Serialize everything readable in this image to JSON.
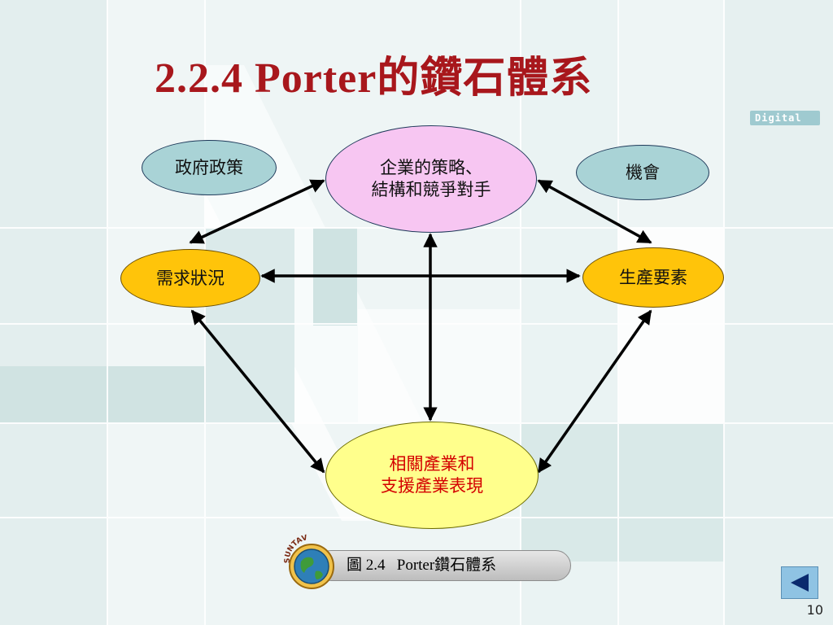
{
  "slide": {
    "title": "2.2.4  Porter的鑽石體系",
    "page_number": "10"
  },
  "diagram": {
    "nodes": [
      {
        "id": "policy",
        "label": "政府政策"
      },
      {
        "id": "chance",
        "label": "機會"
      },
      {
        "id": "firm",
        "label": "企業的策略、\n結構和競爭對手"
      },
      {
        "id": "demand",
        "label": "需求狀況"
      },
      {
        "id": "factor",
        "label": "生產要素"
      },
      {
        "id": "related",
        "label": "相關產業和\n支援產業表現"
      }
    ],
    "edges": [
      {
        "from": "demand",
        "to": "firm",
        "type": "bidirectional"
      },
      {
        "from": "firm",
        "to": "factor",
        "type": "bidirectional"
      },
      {
        "from": "demand",
        "to": "factor",
        "type": "bidirectional"
      },
      {
        "from": "firm",
        "to": "related",
        "type": "bidirectional"
      },
      {
        "from": "demand",
        "to": "related",
        "type": "bidirectional"
      },
      {
        "from": "factor",
        "to": "related",
        "type": "bidirectional"
      }
    ],
    "caption": "圖 2.4   Porter鑽石體系",
    "colors": {
      "title": "#a8171c",
      "side_nodes": "#a9d3d6",
      "firm_node": "#f7c6f2",
      "factor_nodes": "#ffc40a",
      "related_node": "#ffff8c",
      "related_text": "#d40000"
    }
  },
  "decorations": {
    "tag": "Digital",
    "logo_arc_text": "SUNTAV",
    "back_icon": "back-triangle-icon",
    "logo_icon": "globe-icon"
  }
}
